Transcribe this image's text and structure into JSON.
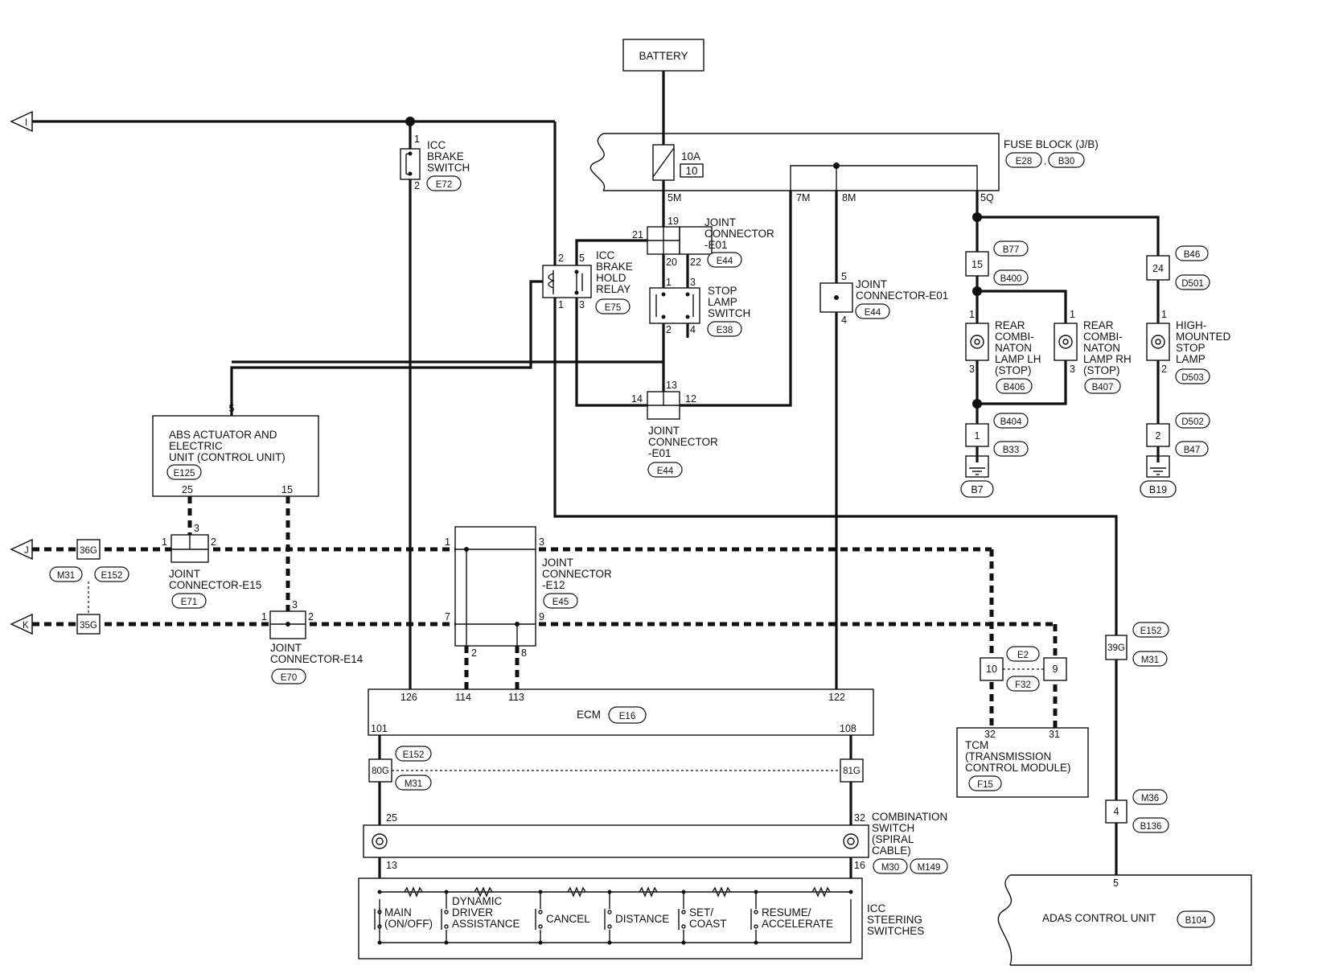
{
  "diagram": {
    "battery": "BATTERY",
    "fuse_block": {
      "name": "FUSE BLOCK (J/B)",
      "c1": "E28",
      "c2": "B30",
      "amp": "10A",
      "num": "10",
      "p5m": "5M",
      "p7m": "7M",
      "p8m": "8M",
      "p5q": "5Q"
    },
    "icc_brake_switch": {
      "l1": "ICC",
      "l2": "BRAKE",
      "l3": "SWITCH",
      "conn": "E72",
      "p1": "1",
      "p2": "2"
    },
    "jc_e01_top": {
      "l1": "JOINT",
      "l2": "CONNECTOR",
      "l3": "-E01",
      "conn": "E44",
      "p19": "19",
      "p21": "21",
      "p20": "20",
      "p22": "22"
    },
    "hold_relay": {
      "l1": "ICC",
      "l2": "BRAKE",
      "l3": "HOLD",
      "l4": "RELAY",
      "conn": "E75",
      "p2": "2",
      "p5": "5",
      "p1": "1",
      "p3": "3"
    },
    "stop_lamp_switch": {
      "l1": "STOP",
      "l2": "LAMP",
      "l3": "SWITCH",
      "conn": "E38",
      "p1": "1",
      "p3": "3",
      "p2": "2",
      "p4": "4"
    },
    "jc_e01_mid": {
      "l1": "JOINT",
      "l2": "CONNECTOR-E01",
      "conn": "E44",
      "p5": "5",
      "p4": "4"
    },
    "jc_e01_bot": {
      "l1": "JOINT",
      "l2": "CONNECTOR",
      "l3": "-E01",
      "conn": "E44",
      "p13": "13",
      "p14": "14",
      "p12": "12"
    },
    "rear_lamps": {
      "b77": "B77",
      "p15": "15",
      "b400": "B400",
      "lh": {
        "l1": "REAR",
        "l2": "COMBI-",
        "l3": "NATON",
        "l4": "LAMP LH",
        "l5": "(STOP)",
        "conn": "B406",
        "p1": "1",
        "p3": "3"
      },
      "rh": {
        "l1": "REAR",
        "l2": "COMBI-",
        "l3": "NATON",
        "l4": "LAMP RH",
        "l5": "(STOP)",
        "conn": "B407",
        "p1": "1",
        "p3": "3"
      },
      "b404": "B404",
      "p1": "1",
      "b33": "B33",
      "gnd": "B7"
    },
    "high_stop": {
      "b46": "B46",
      "p24": "24",
      "d501": "D501",
      "l1": "HIGH-",
      "l2": "MOUNTED",
      "l3": "STOP",
      "l4": "LAMP",
      "conn": "D503",
      "p1": "1",
      "p2": "2",
      "d502": "D502",
      "pg": "2",
      "b47": "B47",
      "gnd": "B19"
    },
    "abs": {
      "l1": "ABS ACTUATOR AND",
      "l2": "ELECTRIC",
      "l3": "UNIT (CONTROL UNIT)",
      "conn": "E125",
      "p5": "5",
      "p25": "25",
      "p15": "15"
    },
    "jc_e15": {
      "l1": "JOINT",
      "l2": "CONNECTOR-E15",
      "conn": "E71",
      "p1": "1",
      "p2": "2",
      "p3": "3"
    },
    "jc_e14": {
      "l1": "JOINT",
      "l2": "CONNECTOR-E14",
      "conn": "E70",
      "p1": "1",
      "p2": "2",
      "p3": "3"
    },
    "jc_e12": {
      "l1": "JOINT",
      "l2": "CONNECTOR",
      "l3": "-E12",
      "conn": "E45",
      "p1": "1",
      "p3": "3",
      "p7": "7",
      "p9": "9",
      "p2": "2",
      "p8": "8"
    },
    "left": {
      "j": "J",
      "k": "K",
      "arrow_i": "I",
      "c36g": "36G",
      "c35g": "35G",
      "m31": "M31",
      "e152": "E152"
    },
    "ecm": {
      "label": "ECM",
      "conn": "E16",
      "p126": "126",
      "p114": "114",
      "p113": "113",
      "p122": "122",
      "p101": "101",
      "p108": "108"
    },
    "inline80": {
      "c80": "80G",
      "c81": "81G",
      "e152": "E152",
      "m31": "M31"
    },
    "combo_switch": {
      "l1": "COMBINATION",
      "l2": "SWITCH",
      "l3": "(SPIRAL",
      "l4": "CABLE)",
      "c1": "M30",
      "c2": "M149",
      "p25": "25",
      "p32": "32",
      "p13": "13",
      "p16": "16"
    },
    "steering": {
      "l1": "ICC",
      "l2": "STEERING",
      "l3": "SWITCHES",
      "main1": "MAIN",
      "main2": "(ON/OFF)",
      "dda1": "DYNAMIC",
      "dda2": "DRIVER",
      "dda3": "ASSISTANCE",
      "cancel": "CANCEL",
      "distance": "DISTANCE",
      "set1": "SET/",
      "set2": "COAST",
      "res1": "RESUME/",
      "res2": "ACCELERATE"
    },
    "tcm": {
      "l1": "TCM",
      "l2": "(TRANSMISSION",
      "l3": "CONTROL MODULE)",
      "conn": "F15",
      "p32": "32",
      "p31": "31",
      "e2": "E2",
      "f32": "F32",
      "c10": "10",
      "c9": "9"
    },
    "adas": {
      "label": "ADAS CONTROL UNIT",
      "conn": "B104",
      "p5": "5",
      "c39g": "39G",
      "e152": "E152",
      "m31": "M31",
      "c4": "4",
      "m36": "M36",
      "b136": "B136"
    }
  }
}
